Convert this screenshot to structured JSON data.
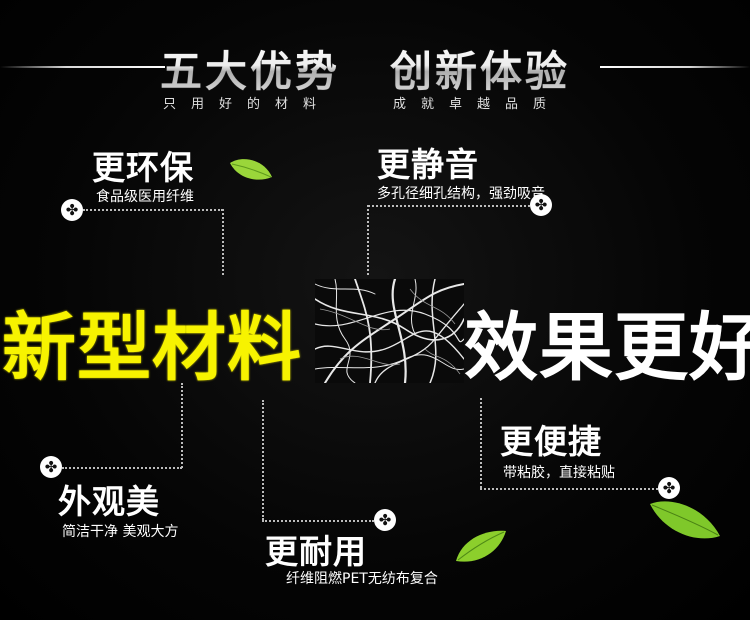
{
  "header": {
    "title_left": "五大优势",
    "title_right": "创新体验",
    "sub_left": "只用好的材料",
    "sub_right": "成就卓越品质"
  },
  "features": {
    "eco": {
      "title": "更环保",
      "desc": "食品级医用纤维"
    },
    "quiet": {
      "title": "更静音",
      "desc": "多孔径细孔结构，强劲吸音"
    },
    "convenient": {
      "title": "更便捷",
      "desc": "带粘胶，直接粘贴"
    },
    "appearance": {
      "title": "外观美",
      "desc": "简洁干净 美观大方"
    },
    "durable": {
      "title": "更耐用",
      "desc": "纤维阻燃PET无纺布复合"
    }
  },
  "center": {
    "left_text": "新型材料",
    "right_text": "效果更好"
  },
  "colors": {
    "accent_yellow": "#f7f300",
    "leaf_green": "#7fc82a",
    "background": "#000000"
  },
  "icons": [
    "clover-icon",
    "leaf-icon",
    "fiber-image"
  ]
}
